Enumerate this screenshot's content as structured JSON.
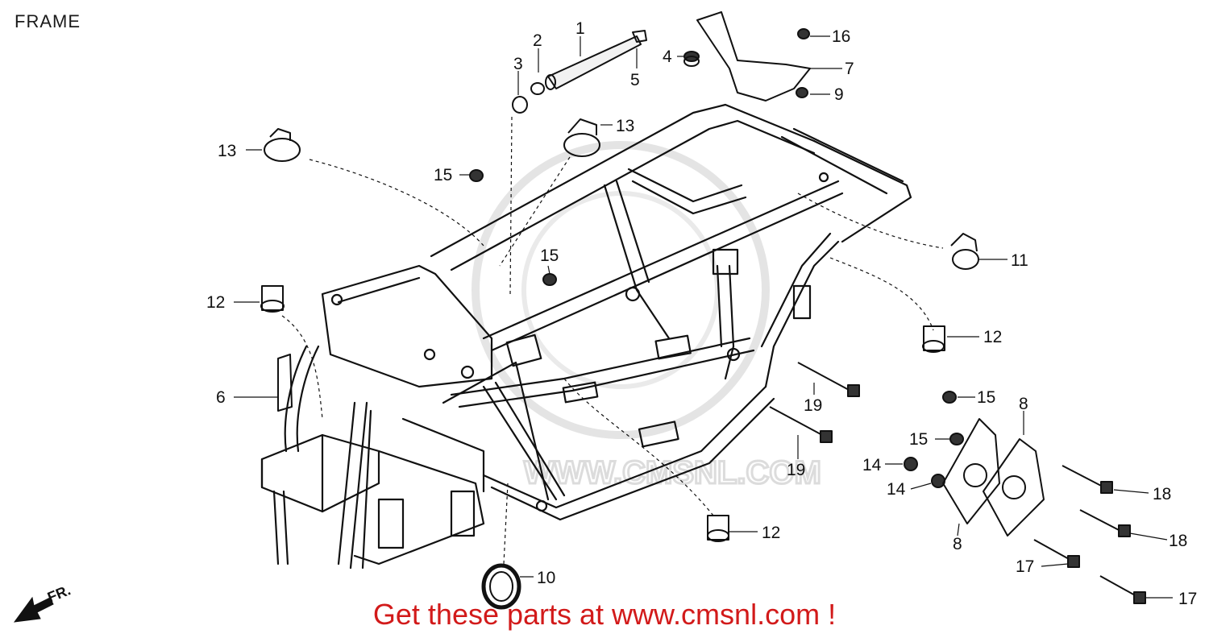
{
  "header": {
    "title": "FRAME"
  },
  "watermark": {
    "text": "WWW.CMSNL.COM"
  },
  "orientation": {
    "label": "FR."
  },
  "callouts": {
    "c1": "1",
    "c2": "2",
    "c3": "3",
    "c4": "4",
    "c5": "5",
    "c6": "6",
    "c7": "7",
    "c8a": "8",
    "c8b": "8",
    "c9": "9",
    "c10": "10",
    "c11": "11",
    "c12a": "12",
    "c12b": "12",
    "c12c": "12",
    "c13a": "13",
    "c13b": "13",
    "c14a": "14",
    "c14b": "14",
    "c15a": "15",
    "c15b": "15",
    "c15c": "15",
    "c15d": "15",
    "c16": "16",
    "c17a": "17",
    "c17b": "17",
    "c18a": "18",
    "c18b": "18",
    "c19a": "19",
    "c19b": "19"
  },
  "footer": {
    "text": "Get these parts at www.cmsnl.com !"
  },
  "colors": {
    "line": "#111111",
    "footer": "#d21a1a",
    "watermark": "#d9d9d9"
  }
}
